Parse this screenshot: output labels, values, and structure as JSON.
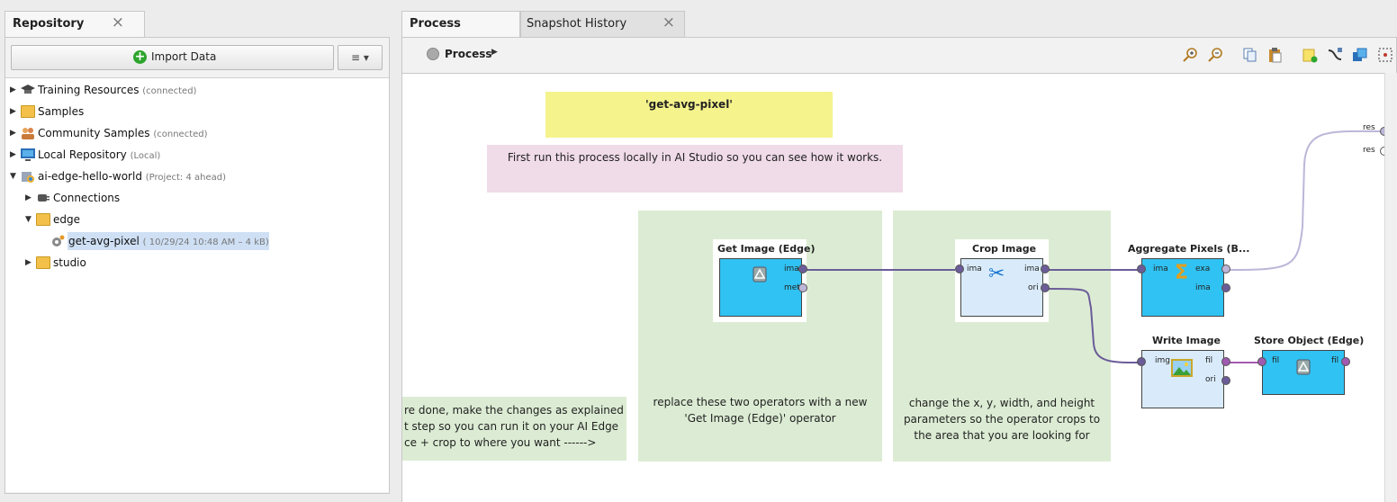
{
  "repository": {
    "tab_label": "Repository",
    "close_glyph": "×",
    "import_label": "Import Data",
    "menu_glyph": "≡ ▾",
    "tree": [
      {
        "label": "Training Resources",
        "status": "(connected)",
        "icon": "graduation-cap-icon"
      },
      {
        "label": "Samples",
        "status": "",
        "icon": "folder-icon"
      },
      {
        "label": "Community Samples",
        "status": "(connected)",
        "icon": "people-icon"
      },
      {
        "label": "Local Repository",
        "status": "(Local)",
        "icon": "monitor-icon"
      },
      {
        "label": "ai-edge-hello-world",
        "status": "(Project: 4 ahead)",
        "icon": "project-icon"
      },
      {
        "label": "Connections",
        "status": "",
        "icon": "connections-icon"
      },
      {
        "label": "edge",
        "status": "",
        "icon": "folder-open-icon"
      },
      {
        "label": "get-avg-pixel",
        "status": "( 10/29/24 10:48 AM – 4 kB)",
        "icon": "process-gear-icon"
      },
      {
        "label": "studio",
        "status": "",
        "icon": "folder-icon"
      }
    ]
  },
  "tabs": {
    "process": "Process",
    "snapshot": "Snapshot History",
    "close_glyph": "×"
  },
  "breadcrumb": {
    "label": "Process",
    "arrow": "▶"
  },
  "toolbar_icons": [
    "zoom-in-icon",
    "zoom-out-icon",
    "copy-icon",
    "paste-icon",
    "new-note-icon",
    "auto-wire-icon",
    "arrange-icon",
    "fit-icon"
  ],
  "canvas": {
    "notes": {
      "title": "'get-avg-pixel'",
      "intro": "First run this process locally in AI Studio so you can see how it works.",
      "left_lines": [
        "re done, make the changes as explained",
        "t step so you can run it on your AI Edge",
        "ce + crop to where you want ------>"
      ],
      "replace": "replace these two operators with a new 'Get Image (Edge)' operator",
      "change": "change the x, y, width, and height parameters so the operator crops to the area that you are looking for"
    },
    "operators": {
      "get_image": {
        "title": "Get Image (Edge)",
        "ports_out": [
          "ima",
          "met"
        ]
      },
      "crop": {
        "title": "Crop Image",
        "ports_in": [
          "ima"
        ],
        "ports_out": [
          "ima",
          "ori"
        ]
      },
      "aggregate": {
        "title": "Aggregate Pixels (B...",
        "ports_in": [
          "ima"
        ],
        "ports_out": [
          "exa",
          "ima"
        ]
      },
      "write": {
        "title": "Write Image",
        "ports_in": [
          "img"
        ],
        "ports_out": [
          "fil",
          "ori"
        ]
      },
      "store": {
        "title": "Store Object (Edge)",
        "ports_in": [
          "fil"
        ],
        "ports_out": [
          "fil"
        ]
      }
    },
    "result_ports": [
      "res",
      "res"
    ]
  },
  "colors": {
    "operator_blue": "#30c2f2",
    "operator_light": "#d9ebfa",
    "note_yellow": "#f5f38c",
    "note_pink": "#f0dbe8",
    "note_green": "#dcecd4",
    "wire_purple": "#6b5c99",
    "selection": "#cfe0f5"
  }
}
